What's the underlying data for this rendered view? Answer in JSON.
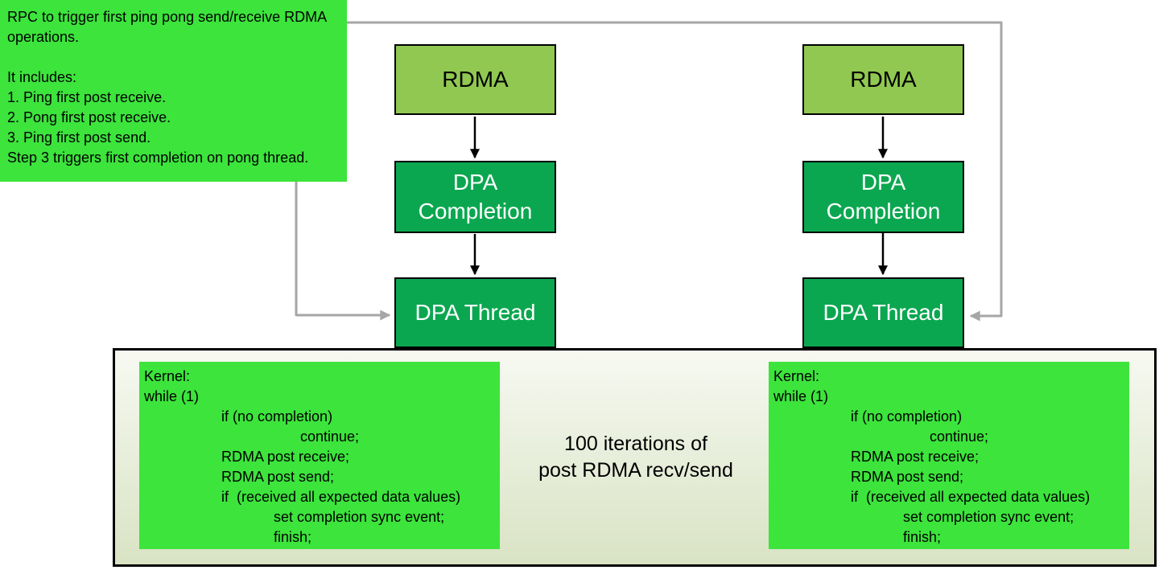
{
  "colors": {
    "note_green": "#3ce43c",
    "rdma_light_green": "#90c851",
    "dpa_dark_green": "#0ba750",
    "connector_gray": "#a6a6a6",
    "arrow_black": "#000000",
    "container_gradient_top": "#f7f9f1",
    "container_gradient_bottom": "#d9e3c4",
    "border_black": "#000000"
  },
  "annotation": {
    "intro": "RPC to trigger first ping pong send/receive RDMA operations.",
    "includes_heading": "It includes:",
    "steps": [
      "1. Ping first post receive.",
      "2. Pong first post receive.",
      "3. Ping first post send."
    ],
    "footnote": "Step 3 triggers first completion on pong thread."
  },
  "pipeline": {
    "rdma_label": "RDMA",
    "completion_label_line1": "DPA",
    "completion_label_line2": "Completion",
    "thread_label": "DPA Thread"
  },
  "kernel": {
    "lines": [
      "Kernel:",
      "while (1)",
      "if (no completion)",
      "continue;",
      "RDMA post receive;",
      "RDMA post send;",
      "if  (received all expected data values)",
      "set completion sync event;",
      "finish;"
    ]
  },
  "iterations_note": {
    "line1": "100 iterations of",
    "line2": "post RDMA recv/send"
  }
}
